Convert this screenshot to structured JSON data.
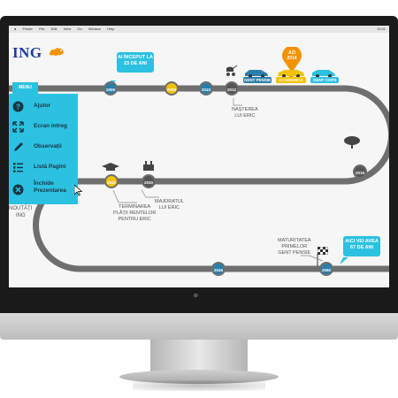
{
  "menubar": {
    "items": [
      "Finder",
      "File",
      "Edit",
      "View",
      "Go",
      "Window",
      "Help"
    ],
    "clock": "10:41"
  },
  "brand": {
    "name": "ING"
  },
  "colors": {
    "accent": "#2cc1e0",
    "track": "#6e6e6e",
    "orange": "#f39200",
    "yellow": "#f2c200",
    "node_blue": "#2a7fa8",
    "dark_text": "#1b3445"
  },
  "menu": {
    "tab_label": "MENU",
    "items": [
      {
        "icon": "help-icon",
        "label": "Ajutor"
      },
      {
        "icon": "fullscreen-icon",
        "label": "Ecran intreg"
      },
      {
        "icon": "pencil-icon",
        "label": "Observații"
      },
      {
        "icon": "list-icon",
        "label": "Listă Pagini"
      },
      {
        "icon": "close-icon",
        "label_line1": "Închide",
        "label_line2": "Prezentarea"
      }
    ]
  },
  "news": {
    "line1": "NOUTĂȚI",
    "line2": "ING"
  },
  "timeline": {
    "start_bubble": {
      "line1": "AI ÎNCEPUT LA",
      "line2": "23 DE ANI"
    },
    "today_marker": {
      "line1": "AZI",
      "line2": "2014"
    },
    "end_bubble": {
      "line1": "AICI VEI AVEA",
      "line2": "67 DE ANI"
    },
    "tags": [
      {
        "label": "GENT PENSIE",
        "color": "#2a7fa8"
      },
      {
        "label": "ACADEMICA",
        "color": "#f2c200"
      },
      {
        "label": "GENT COPII",
        "color": "#2cc1e0"
      }
    ],
    "years": [
      "2009",
      "2009",
      "2010",
      "2012",
      "2015",
      "2030",
      "2032",
      "2046",
      "2060"
    ],
    "captions": {
      "birth": {
        "line1": "NAȘTEREA",
        "line2": "LUI ERIC"
      },
      "majority": {
        "line1": "MAJORATUL",
        "line2": "LUI ERIC"
      },
      "rent_end": {
        "line1": "TERMINAREA",
        "line2": "PLĂȚII RENTELOR",
        "line3": "PENTRU ERIC"
      },
      "maturity": {
        "line1": "MATURITATEA",
        "line2": "PRIMELOR",
        "line3": "GENT PENSIE"
      }
    }
  }
}
